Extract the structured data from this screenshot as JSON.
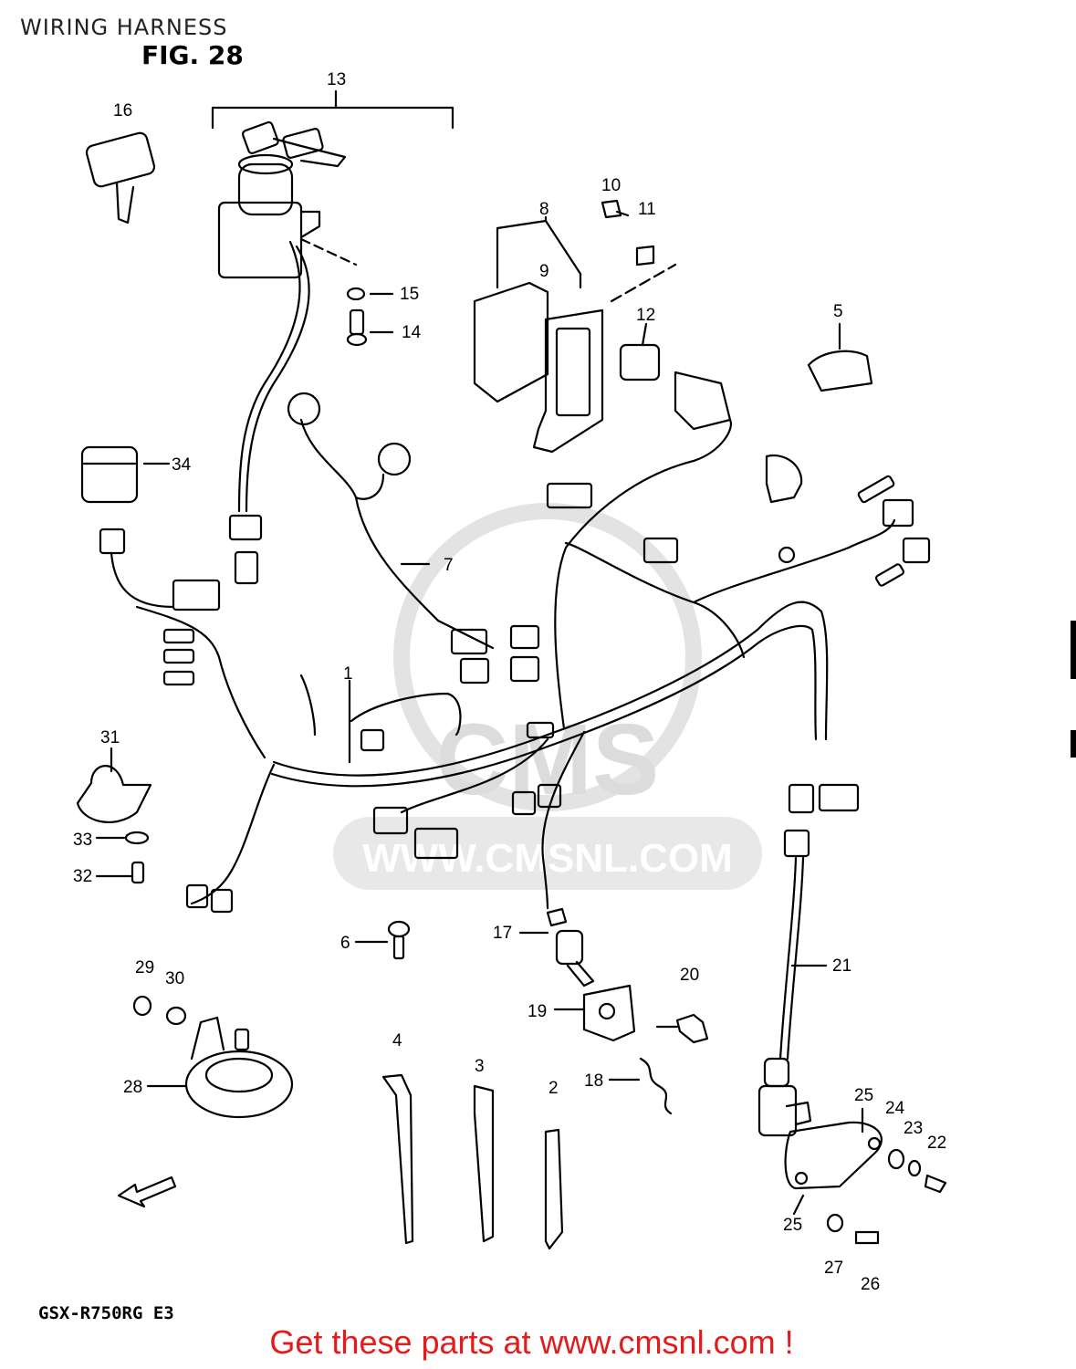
{
  "header": {
    "title": "WIRING HARNESS",
    "figure": "FIG. 28"
  },
  "model_code": "GSX-R750RG  E3",
  "footer_text": "Get these parts at www.cmsnl.com !",
  "watermark": {
    "brand": "CMS",
    "url": "WWW.CMSNL.COM"
  },
  "labels": {
    "l1": "1",
    "l2": "2",
    "l3": "3",
    "l4": "4",
    "l5": "5",
    "l6": "6",
    "l7": "7",
    "l8": "8",
    "l9": "9",
    "l10": "10",
    "l11": "11",
    "l12": "12",
    "l13": "13",
    "l14": "14",
    "l15": "15",
    "l16": "16",
    "l17": "17",
    "l18": "18",
    "l19": "19",
    "l20": "20",
    "l21": "21",
    "l22": "22",
    "l23": "23",
    "l24": "24",
    "l25a": "25",
    "l25b": "25",
    "l26": "26",
    "l27": "27",
    "l28": "28",
    "l29": "29",
    "l30": "30",
    "l31": "31",
    "l32": "32",
    "l33": "33",
    "l34": "34"
  },
  "colors": {
    "footer": "#e31b1b",
    "watermark": "#d9d9d9",
    "line": "#000000"
  }
}
